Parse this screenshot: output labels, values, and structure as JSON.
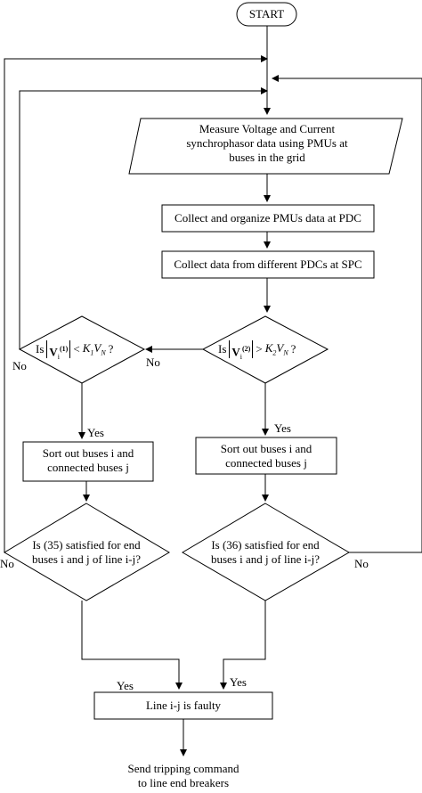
{
  "start": "START",
  "measure": {
    "line1": "Measure Voltage and Current",
    "line2": "synchrophasor data using PMUs at",
    "line3": "buses in the grid"
  },
  "collect_pdc": "Collect and organize PMUs data at PDC",
  "collect_spc": "Collect data from different PDCs at SPC",
  "decision_left": {
    "prefix": "Is",
    "var": "V",
    "sub": "i",
    "sup": "(1)",
    "op": "<",
    "k": "K",
    "k_sub": "1",
    "v": "V",
    "v_sub": "N",
    "q": "?"
  },
  "decision_right": {
    "prefix": "Is",
    "var": "V",
    "sub": "i",
    "sup": "(2)",
    "op": ">",
    "k": "K",
    "k_sub": "2",
    "v": "V",
    "v_sub": "N",
    "q": "?"
  },
  "sort_left": {
    "line1": "Sort out buses i and",
    "line2": "connected buses j"
  },
  "sort_right": {
    "line1": "Sort out buses i and",
    "line2": "connected buses j"
  },
  "check_left": {
    "line1": "Is (35) satisfied for end",
    "line2": "buses i and j of line i-j?"
  },
  "check_right": {
    "line1": "Is (36) satisfied for end",
    "line2": "buses i and j of line i-j?"
  },
  "faulty": "Line i-j is faulty",
  "send": {
    "line1": "Send tripping command",
    "line2": "to line end breakers"
  },
  "labels": {
    "no": "No",
    "yes": "Yes"
  }
}
